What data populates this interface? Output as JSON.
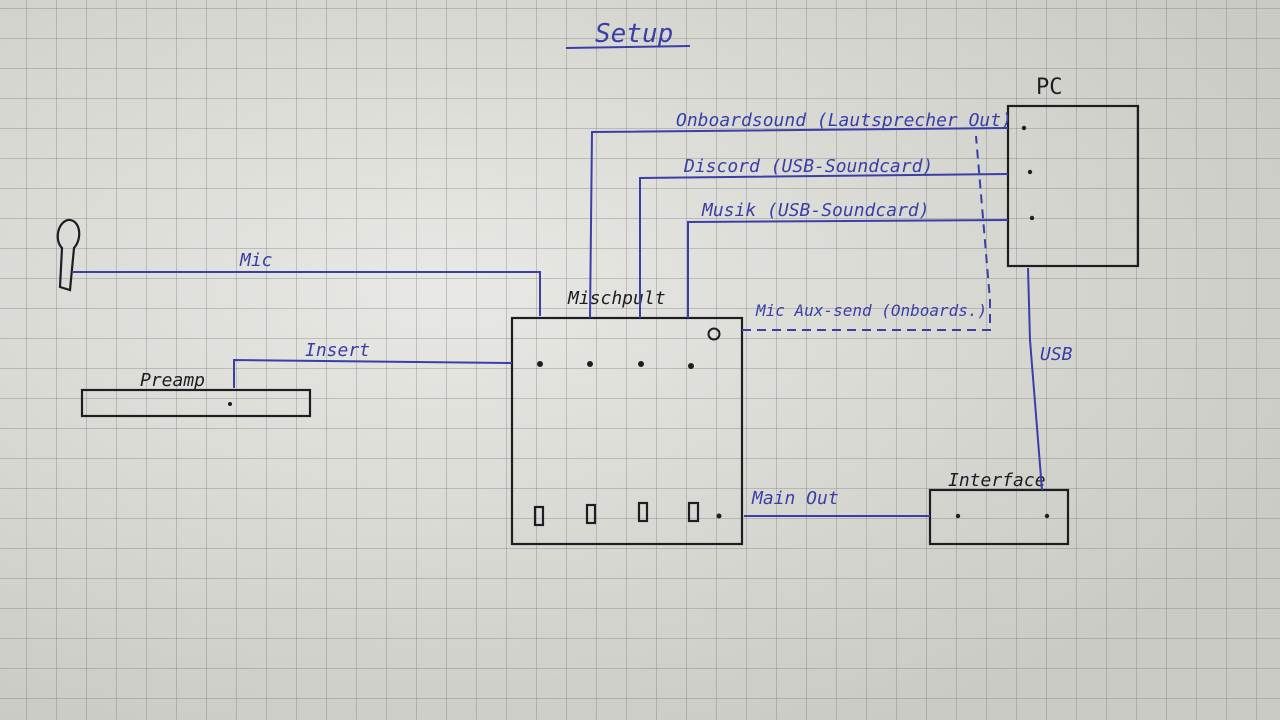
{
  "title": "Setup",
  "devices": {
    "pc": "PC",
    "mixer": "Mischpult",
    "preamp": "Preamp",
    "interface": "Interface"
  },
  "connections": {
    "mic": "Mic",
    "insert": "Insert",
    "onboard": "Onboardsound (Lautsprecher Out)",
    "discord": "Discord (USB-Soundcard)",
    "musik": "Musik (USB-Soundcard)",
    "aux_send": "Mic Aux-send (Onboards.)",
    "usb": "USB",
    "main_out": "Main Out"
  },
  "colors": {
    "ink_blue": "#3a3fa8",
    "ink_black": "#1e1e22",
    "paper": "#dcdcd6",
    "grid": "#8a8a8a"
  }
}
